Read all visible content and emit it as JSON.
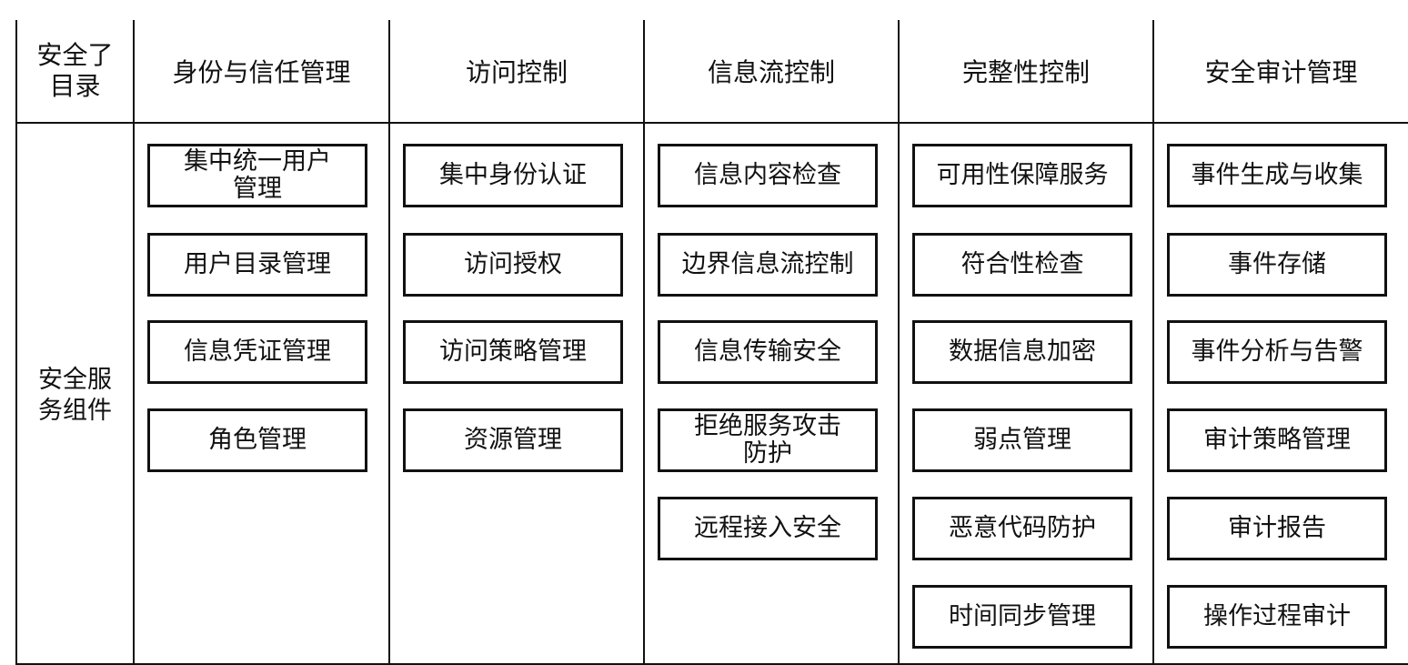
{
  "header": {
    "corner_label": "安全了\n目录",
    "columns": [
      "身份与信任管理",
      "访问控制",
      "信息流控制",
      "完整性控制",
      "安全审计管理"
    ]
  },
  "row": {
    "label": "安全服\n务组件"
  },
  "columns": [
    {
      "items": [
        "集中统一用户\n管理",
        "用户目录管理",
        "信息凭证管理",
        "角色管理"
      ]
    },
    {
      "items": [
        "集中身份认证",
        "访问授权",
        "访问策略管理",
        "资源管理"
      ]
    },
    {
      "items": [
        "信息内容检查",
        "边界信息流控制",
        "信息传输安全",
        "拒绝服务攻击\n防护",
        "远程接入安全"
      ]
    },
    {
      "items": [
        "可用性保障服务",
        "符合性检查",
        "数据信息加密",
        "弱点管理",
        "恶意代码防护",
        "时间同步管理"
      ]
    },
    {
      "items": [
        "事件生成与收集",
        "事件存储",
        "事件分析与告警",
        "审计策略管理",
        "审计报告",
        "操作过程审计"
      ]
    }
  ]
}
